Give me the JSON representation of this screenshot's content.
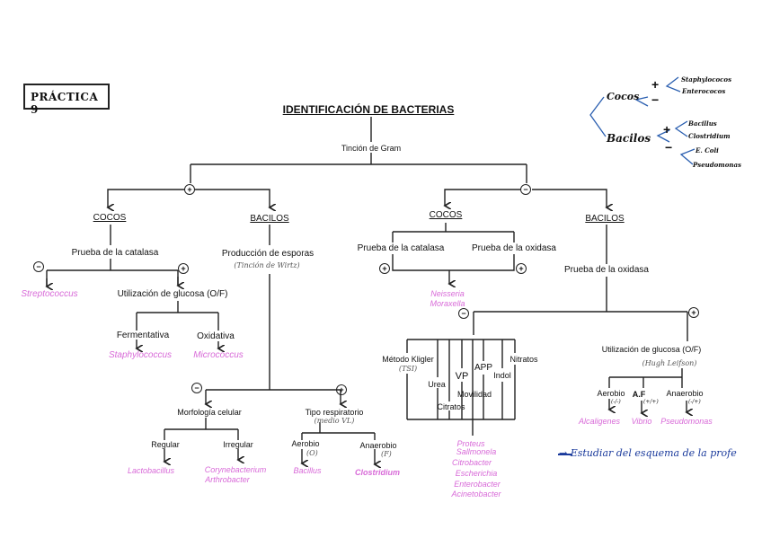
{
  "page_title": "PRÁCTICA 9",
  "diagram_title": "IDENTIFICACIÓN DE BACTERIAS",
  "root": "Tinción de Gram",
  "signs": {
    "pos": "+",
    "neg": "−"
  },
  "gram_pos": {
    "cocos": {
      "label": "COCOS",
      "test": "Prueba de la catalasa",
      "neg_result": "Streptococcus",
      "pos_test": "Utilización de glucosa (O/F)",
      "fermentativa": "Fermentativa",
      "fermentativa_result": "Staphylococcus",
      "oxidativa": "Oxidativa",
      "oxidativa_result": "Micrococcus"
    },
    "bacilos": {
      "label": "BACILOS",
      "test": "Producción de esporas",
      "test_note": "(Tinción de Wirtz)",
      "neg_test": "Morfología celular",
      "regular": "Regular",
      "regular_result": "Lactobacillus",
      "irregular": "Irregular",
      "irregular_results": [
        "Corynebacterium",
        "Arthrobacter"
      ],
      "pos_test": "Tipo respiratorio",
      "pos_test_note": "(medio VL)",
      "aerobio": "Aerobio",
      "aerobio_note": "(O)",
      "aerobio_result": "Bacillus",
      "anaerobio": "Anaerobio",
      "anaerobio_note": "(F)",
      "anaerobio_result": "Clostridium"
    }
  },
  "gram_neg": {
    "cocos": {
      "label": "COCOS",
      "test1": "Prueba de la catalasa",
      "test2": "Prueba de la oxidasa",
      "results": [
        "Neisseria",
        "Moraxella"
      ]
    },
    "bacilos": {
      "label": "BACILOS",
      "test": "Prueba de la oxidasa",
      "neg_tests": {
        "kligler": "Método Kligler",
        "kligler_note": "(TSI)",
        "urea": "Urea",
        "citratos": "Citratos",
        "vp": "VP",
        "movilidad": "Movilidad",
        "app": "APP",
        "indol": "Indol",
        "nitratos": "Nitratos"
      },
      "neg_results": [
        "Proteus",
        "Sallmonela",
        "Citrobacter",
        "Escherichia",
        "Enterobacter",
        "Acinetobacter"
      ],
      "pos_test": "Utilización de glucosa (O/F)",
      "pos_test_note": "(Hugh Leifson)",
      "aerobio": "Aerobio",
      "aerobio_note": "(-/-)",
      "aerobio_result": "Alcaligenes",
      "af": "A.F",
      "af_note": "(+/+)",
      "af_result": "Vibrio",
      "anaerobio": "Anaerobio",
      "anaerobio_note": "(-/+)",
      "anaerobio_result": "Pseudomonas"
    }
  },
  "summary": {
    "cocos": "Cocos",
    "cocos_pos": [
      "Staphylococos",
      "Enterococos"
    ],
    "bacilos": "Bacilos",
    "bacilos_pos": [
      "Bacillus",
      "Clostridium"
    ],
    "bacilos_neg": [
      "E. Coli",
      "Pseudomonas"
    ]
  },
  "note": "→ Estudiar del esquema de la profe"
}
